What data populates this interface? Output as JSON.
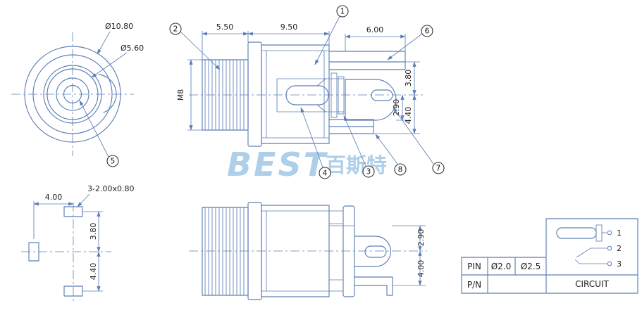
{
  "watermark": {
    "brand_latin": "BEST",
    "brand_cjk": "百斯特"
  },
  "front_view": {
    "dim_outer_dia": "Ø10.80",
    "dim_inner_dia": "Ø5.60",
    "balloon_5": "5"
  },
  "side_view": {
    "dim_thread_length": "5.50",
    "dim_body_length": "9.50",
    "dim_tip_length": "6.00",
    "thread_spec": "M8",
    "dim_top_offset": "3.80",
    "dim_mid_offset": "2.90",
    "dim_bottom_offset": "4.40",
    "balloon_1": "1",
    "balloon_2": "2",
    "balloon_3": "3",
    "balloon_4": "4",
    "balloon_6": "6",
    "balloon_7": "7",
    "balloon_8": "8"
  },
  "pin_layout_view": {
    "dim_pitch": "4.00",
    "pin_spec": "3-2.00x0.80",
    "dim_upper": "3.80",
    "dim_lower": "4.40"
  },
  "bottom_view": {
    "dim_upper": "2.90",
    "dim_lower": "4.00"
  },
  "spec_table": {
    "row1_label": "PIN",
    "row1_value1": "Ø2.0",
    "row1_value2": "Ø2.5",
    "row2_label": "P/N",
    "circuit_label": "CIRCUIT",
    "terminal_1": "1",
    "terminal_2": "2",
    "terminal_3": "3"
  },
  "colors": {
    "line_blue": "#5d7fb5",
    "text_dark": "#222222",
    "watermark_blue": "#aecfe9"
  }
}
